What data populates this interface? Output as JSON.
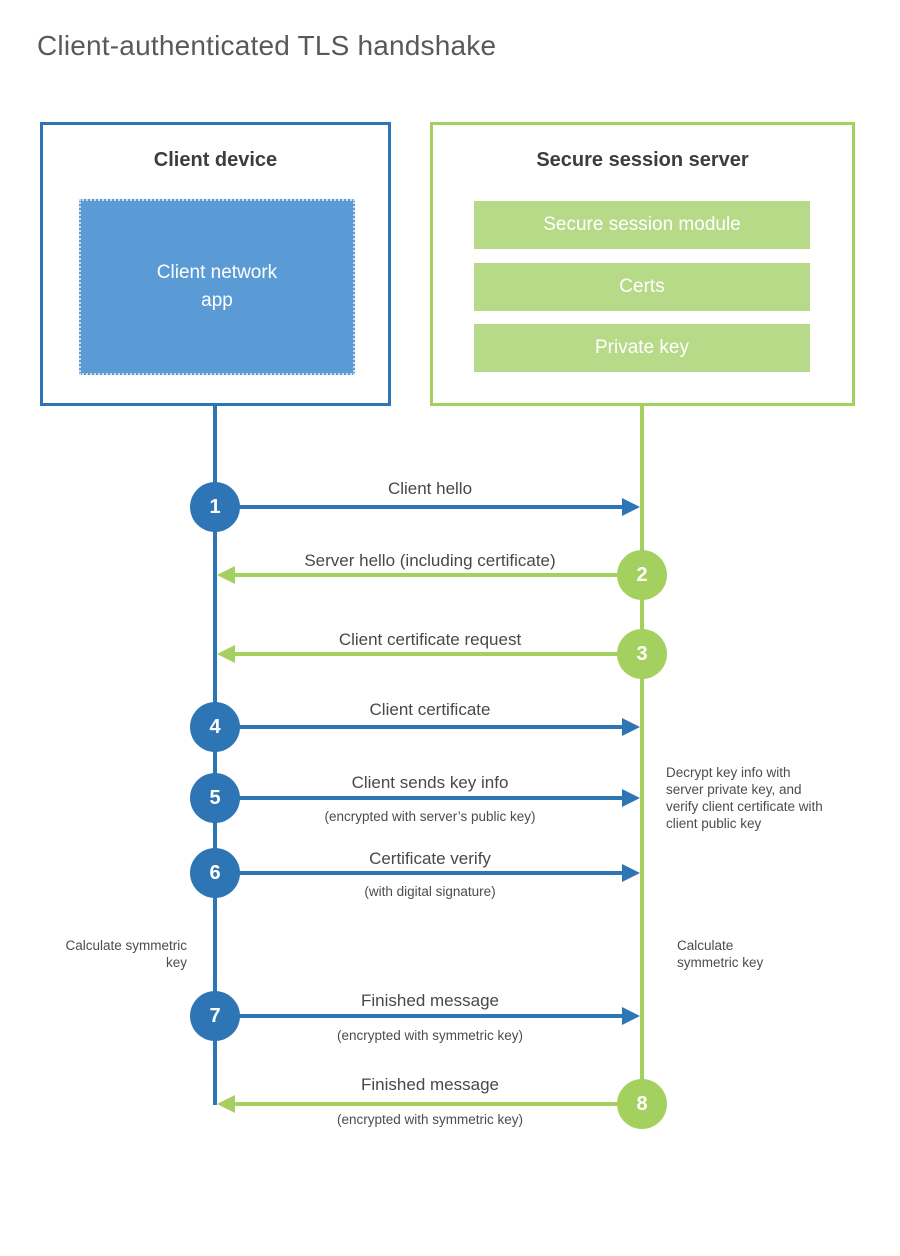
{
  "title": "Client-authenticated TLS handshake",
  "client": {
    "title": "Client device",
    "app_label": "Client network app"
  },
  "server": {
    "title": "Secure session server",
    "modules": [
      "Secure session module",
      "Certs",
      "Private key"
    ]
  },
  "steps": [
    {
      "num": "1",
      "label": "Client hello",
      "direction": "client-to-server"
    },
    {
      "num": "2",
      "label": "Server hello (including certificate)",
      "direction": "server-to-client"
    },
    {
      "num": "3",
      "label": "Client certificate request",
      "direction": "server-to-client"
    },
    {
      "num": "4",
      "label": "Client certificate",
      "direction": "client-to-server"
    },
    {
      "num": "5",
      "label": "Client sends key info",
      "sub": "(encrypted with server’s public key)",
      "direction": "client-to-server"
    },
    {
      "num": "6",
      "label": "Certificate verify",
      "sub": "(with digital signature)",
      "direction": "client-to-server"
    },
    {
      "num": "7",
      "label": "Finished message",
      "sub": "(encrypted with symmetric key)",
      "direction": "client-to-server"
    },
    {
      "num": "8",
      "label": "Finished message",
      "sub": "(encrypted with symmetric key)",
      "direction": "server-to-client"
    }
  ],
  "annotations": {
    "calc_left": "Calculate symmetric key",
    "calc_right": "Calculate symmetric key",
    "decrypt_note": "Decrypt key info with server private key, and verify client certificate with client public key"
  },
  "colors": {
    "blue": "#2e75b6",
    "blue_fill": "#5b9bd5",
    "green": "#a3d05e",
    "green_fill": "#b7da88"
  }
}
